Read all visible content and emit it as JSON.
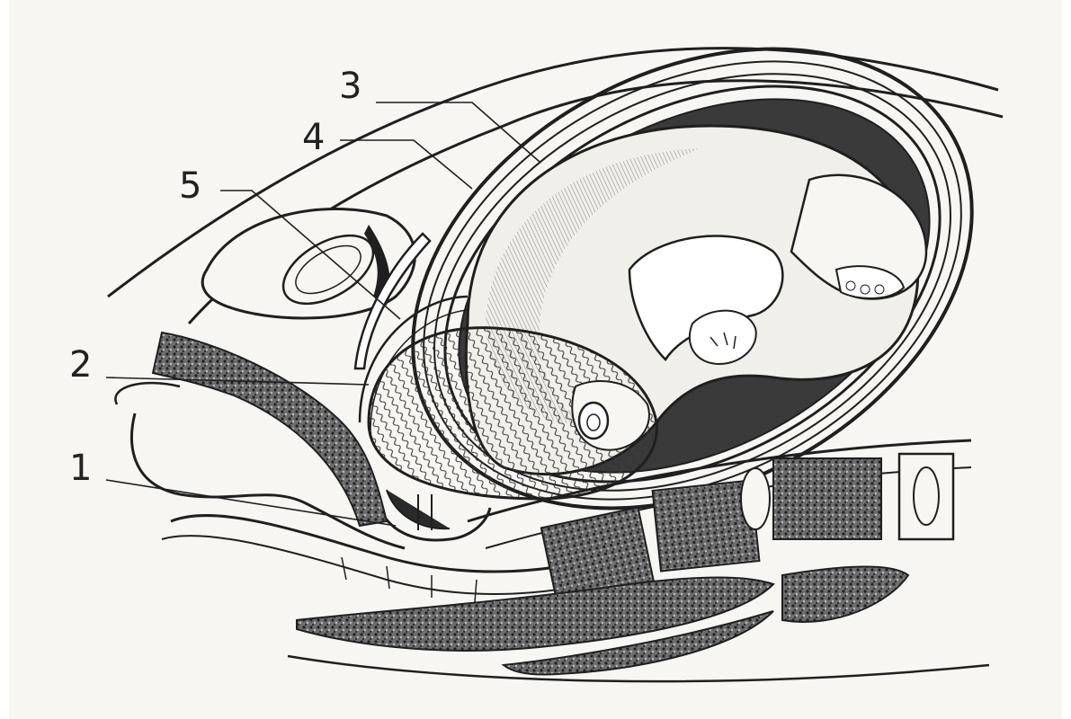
{
  "diagram": {
    "callouts": [
      {
        "label": "1"
      },
      {
        "label": "2"
      },
      {
        "label": "3"
      },
      {
        "label": "4"
      },
      {
        "label": "5"
      }
    ]
  },
  "colors": {
    "paper": "#f7f6f2",
    "ink": "#1f1f1f",
    "shade": "#555555"
  }
}
